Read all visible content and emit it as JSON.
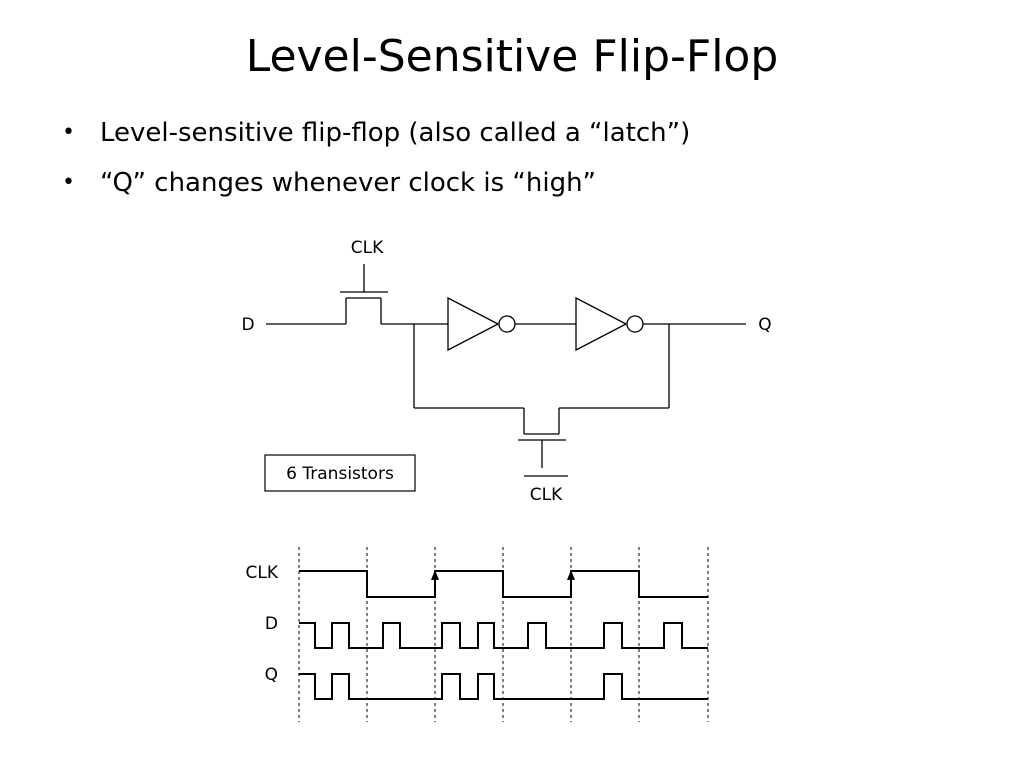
{
  "slide": {
    "title": "Level-Sensitive Flip-Flop",
    "bullets": [
      "Level-sensitive flip-flop (also called a “latch”)",
      "“Q” changes whenever clock is “high”"
    ],
    "bullet_symbol": "•"
  },
  "circuit": {
    "clk_top_label": "CLK",
    "clk_bottom_label": "CLK",
    "input_label": "D",
    "output_label": "Q",
    "note_box": "6 Transistors"
  },
  "timing": {
    "signal_labels": [
      "CLK",
      "D",
      "Q"
    ]
  }
}
